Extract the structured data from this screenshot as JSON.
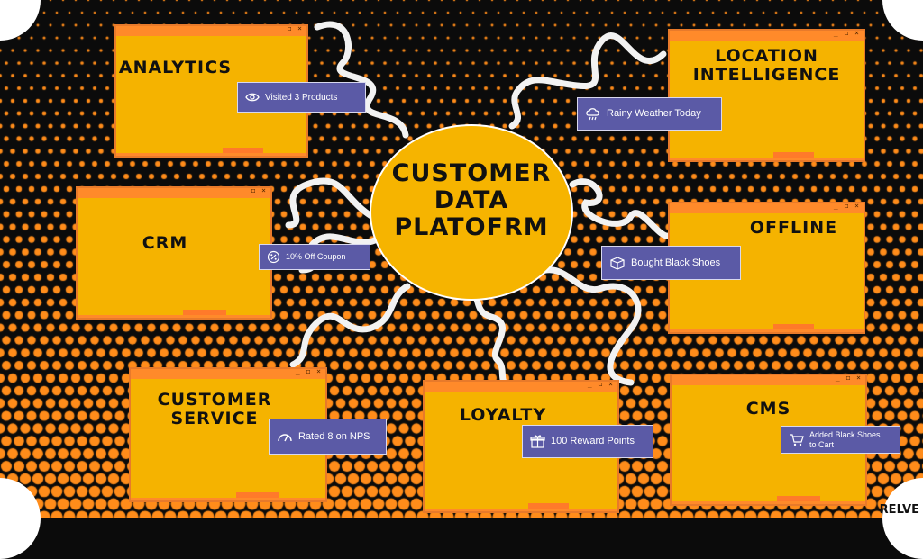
{
  "hub": {
    "title": "CUSTOMER\nDATA\nPLATOFRM"
  },
  "windows": {
    "analytics": {
      "title": "ANALYTICS",
      "tag": "Visited 3 Products"
    },
    "location": {
      "title": "LOCATION\nINTELLIGENCE",
      "tag": "Rainy Weather Today"
    },
    "crm": {
      "title": "CRM",
      "tag": "10% Off Coupon"
    },
    "offline": {
      "title": "OFFLINE",
      "tag": "Bought Black Shoes"
    },
    "service": {
      "title": "CUSTOMER\nSERVICE",
      "tag": "Rated 8 on NPS"
    },
    "loyalty": {
      "title": "LOYALTY",
      "tag": "100 Reward Points"
    },
    "cms": {
      "title": "CMS",
      "tag": "Added Black Shoes\nto Cart"
    }
  },
  "window_controls": "_ ◻ ×",
  "brand": "RELVE",
  "colors": {
    "window": "#f5b300",
    "window_bar": "#ff8a2a",
    "tag": "#5b5aa6",
    "dots": "#ff8c1a",
    "background": "#0b0b0b"
  },
  "icons": {
    "analytics": "eye-icon",
    "location": "rain-cloud-icon",
    "crm": "coupon-icon",
    "offline": "package-icon",
    "service": "gauge-icon",
    "loyalty": "gift-icon",
    "cms": "cart-icon"
  }
}
